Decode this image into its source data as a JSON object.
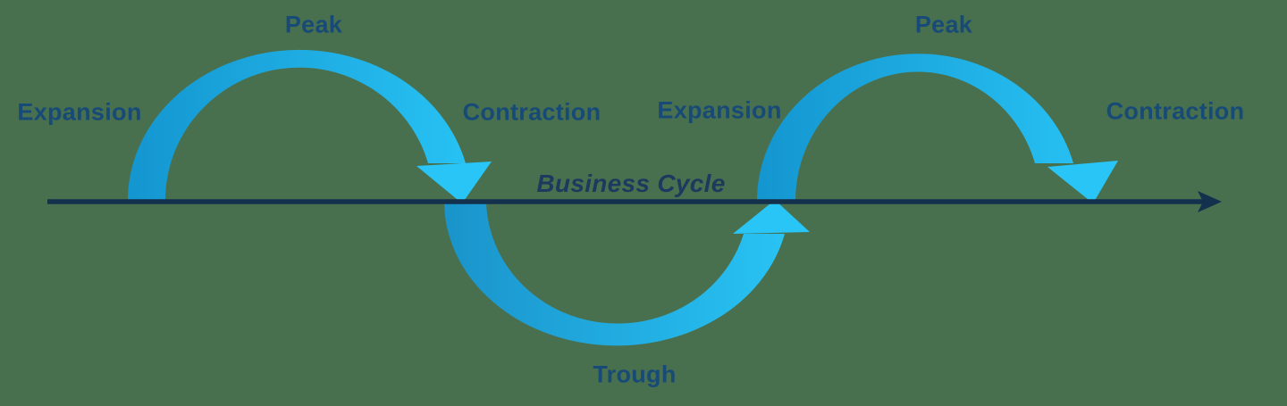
{
  "diagram": {
    "title": "Business Cycle",
    "type": "business-cycle-wave",
    "cycle1": {
      "expansion": "Expansion",
      "peak": "Peak",
      "contraction": "Contraction"
    },
    "trough": "Trough",
    "cycle2": {
      "expansion": "Expansion",
      "peak": "Peak",
      "contraction": "Contraction"
    },
    "colors": {
      "background": "#48704F",
      "arc_gradient_start": "#1496D0",
      "arc_gradient_end": "#29C5F6",
      "axis": "#13304D",
      "phase_label_text": "#174A76",
      "title_text": "#1C3A5E"
    }
  }
}
